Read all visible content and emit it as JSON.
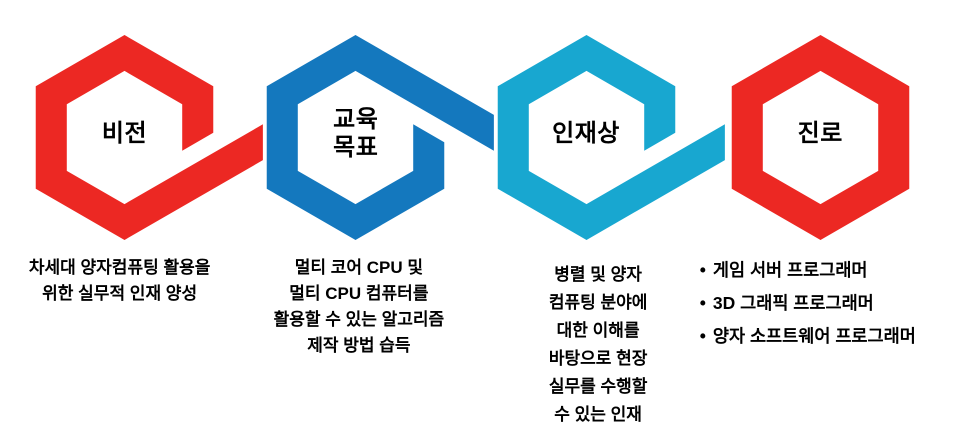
{
  "page": {
    "background": "#ffffff",
    "text_color": "#000000"
  },
  "colors": {
    "red": "#EC2823",
    "blue": "#1478BE",
    "cyan": "#18A7D0"
  },
  "bullet_char": "•",
  "sections": [
    {
      "id": "vision",
      "title_lines": [
        "비전"
      ],
      "color": "#EC2823",
      "shape": "open-hexagon-tail-bottom-right",
      "description_lines": [
        "차세대 양자컴퓨팅 활용을",
        "위한 실무적 인재 양성"
      ]
    },
    {
      "id": "education-goal",
      "title_lines": [
        "교육",
        "목표"
      ],
      "color": "#1478BE",
      "shape": "open-hexagon-tail-top-right",
      "description_lines": [
        "멀티 코어 CPU 및",
        "멀티 CPU 컴퓨터를",
        "활용할 수 있는 알고리즘",
        "제작 방법 습득"
      ]
    },
    {
      "id": "talent-profile",
      "title_lines": [
        "인재상"
      ],
      "color": "#18A7D0",
      "shape": "open-hexagon-tail-bottom-right",
      "description_lines": [
        "병렬 및 양자",
        "컴퓨팅 분야에",
        "대한 이해를",
        "바탕으로 현장",
        "실무를 수행할",
        "수 있는 인재"
      ]
    },
    {
      "id": "career-path",
      "title_lines": [
        "진로"
      ],
      "color": "#EC2823",
      "shape": "closed-hexagon-ring",
      "description_lines": [
        "게임 서버 프로그래머",
        "3D 그래픽 프로그래머",
        "양자 소프트웨어 프로그래머"
      ]
    }
  ]
}
